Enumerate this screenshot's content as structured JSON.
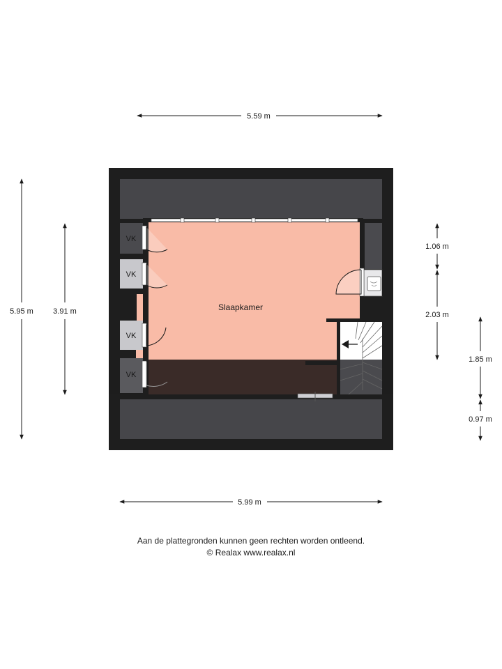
{
  "dimensions": {
    "top_width": "5.59 m",
    "bottom_width": "5.99 m",
    "left_outer_height": "5.95 m",
    "left_inner_height": "3.91 m",
    "right_upper": "1.06 m",
    "right_middle": "2.03 m",
    "right_lower": "1.85 m",
    "right_bottom": "0.97 m"
  },
  "rooms": {
    "main": "Slaapkamer",
    "closets": [
      "VK",
      "VK",
      "VK",
      "VK"
    ]
  },
  "footer": {
    "disclaimer": "Aan de plattegronden kunnen geen rechten worden ontleend.",
    "copyright": "© Realax www.realax.nl"
  },
  "colors": {
    "room_fill": "#f9bba7",
    "wall": "#1e1e1e",
    "eaves": "#46464a",
    "closet": "#4a4a4e",
    "low_ceiling_overlay": "#3a2b28"
  }
}
